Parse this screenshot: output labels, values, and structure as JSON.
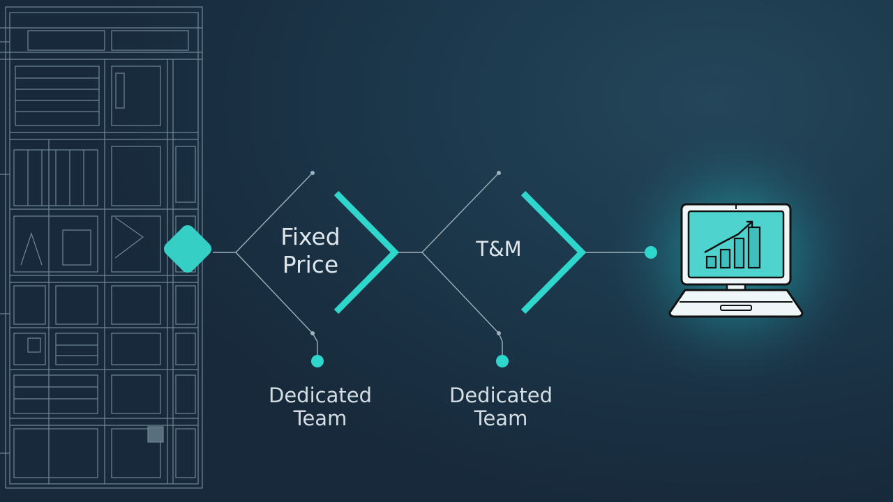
{
  "diagram": {
    "nodes": [
      {
        "id": "fixed-price",
        "line1": "Fixed",
        "line2": "Price"
      },
      {
        "id": "tm",
        "label": "T&M"
      }
    ],
    "branches": [
      {
        "line1": "Dedicated",
        "line2": "Team"
      },
      {
        "line1": "Dedicated",
        "line2": "Team"
      }
    ]
  },
  "colors": {
    "accent": "#2fd6cc",
    "line": "#9fb2bd",
    "text": "#dfe7ec",
    "background": "#1d3347"
  },
  "icons": {
    "start": "diamond-node-icon",
    "end": "laptop-chart-icon"
  }
}
